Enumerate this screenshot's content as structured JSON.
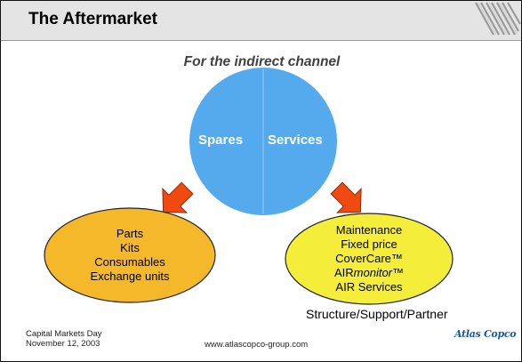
{
  "slide": {
    "title": "The Aftermarket",
    "subtitle": "For the indirect channel"
  },
  "circle": {
    "left_label": "Spares",
    "right_label": "Services",
    "color": "#55aaee"
  },
  "left_ellipse": {
    "color": "#f4b82a",
    "items": [
      "Parts",
      "Kits",
      "Consumables",
      "Exchange units"
    ]
  },
  "right_ellipse": {
    "color": "#f4ee3a",
    "items": [
      "Maintenance",
      "Fixed price",
      "CoverCare™",
      "AIR",
      "monitor",
      "™",
      "AIR Services"
    ]
  },
  "arrow_color": "#f04a10",
  "tagline": "Structure/Support/Partner",
  "footer": {
    "event": "Capital Markets Day",
    "date": "November 12, 2003",
    "url": "www.atlascopco-group.com",
    "brand": "Atlas Copco"
  }
}
